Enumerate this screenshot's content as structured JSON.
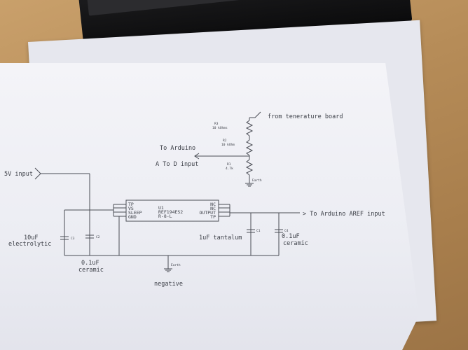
{
  "schematic": {
    "ic": {
      "ref": "U1",
      "part": "REF194ES2",
      "pkg": "R-8-L",
      "left_pins": [
        "TP",
        "VS",
        "SLEEP",
        "GND"
      ],
      "right_pins": [
        "NC",
        "NC",
        "OUTPUT",
        "TP"
      ]
    },
    "labels": {
      "five_volt": "5V input",
      "from_temp": "from tenerature board",
      "to_arduino": "To Arduino",
      "a_to_d": "A To D input",
      "aref": "> To Arduino AREF input",
      "cap_10uf": "10uF",
      "electrolytic": "electrolytic",
      "cap_01uf_left": "0.1uF",
      "ceramic_left": "ceramic",
      "tantalum": "1uF tantalum",
      "cap_01uf_right": "0.1uF",
      "ceramic_right": "ceramic",
      "negative": "negative"
    },
    "resistors": [
      {
        "ref": "R3",
        "value": "10 kOhms"
      },
      {
        "ref": "R2",
        "value": "10 kOhm"
      },
      {
        "ref": "R1",
        "value": "4.7k"
      }
    ],
    "ground_labels": [
      "Earth",
      "Earth"
    ]
  }
}
